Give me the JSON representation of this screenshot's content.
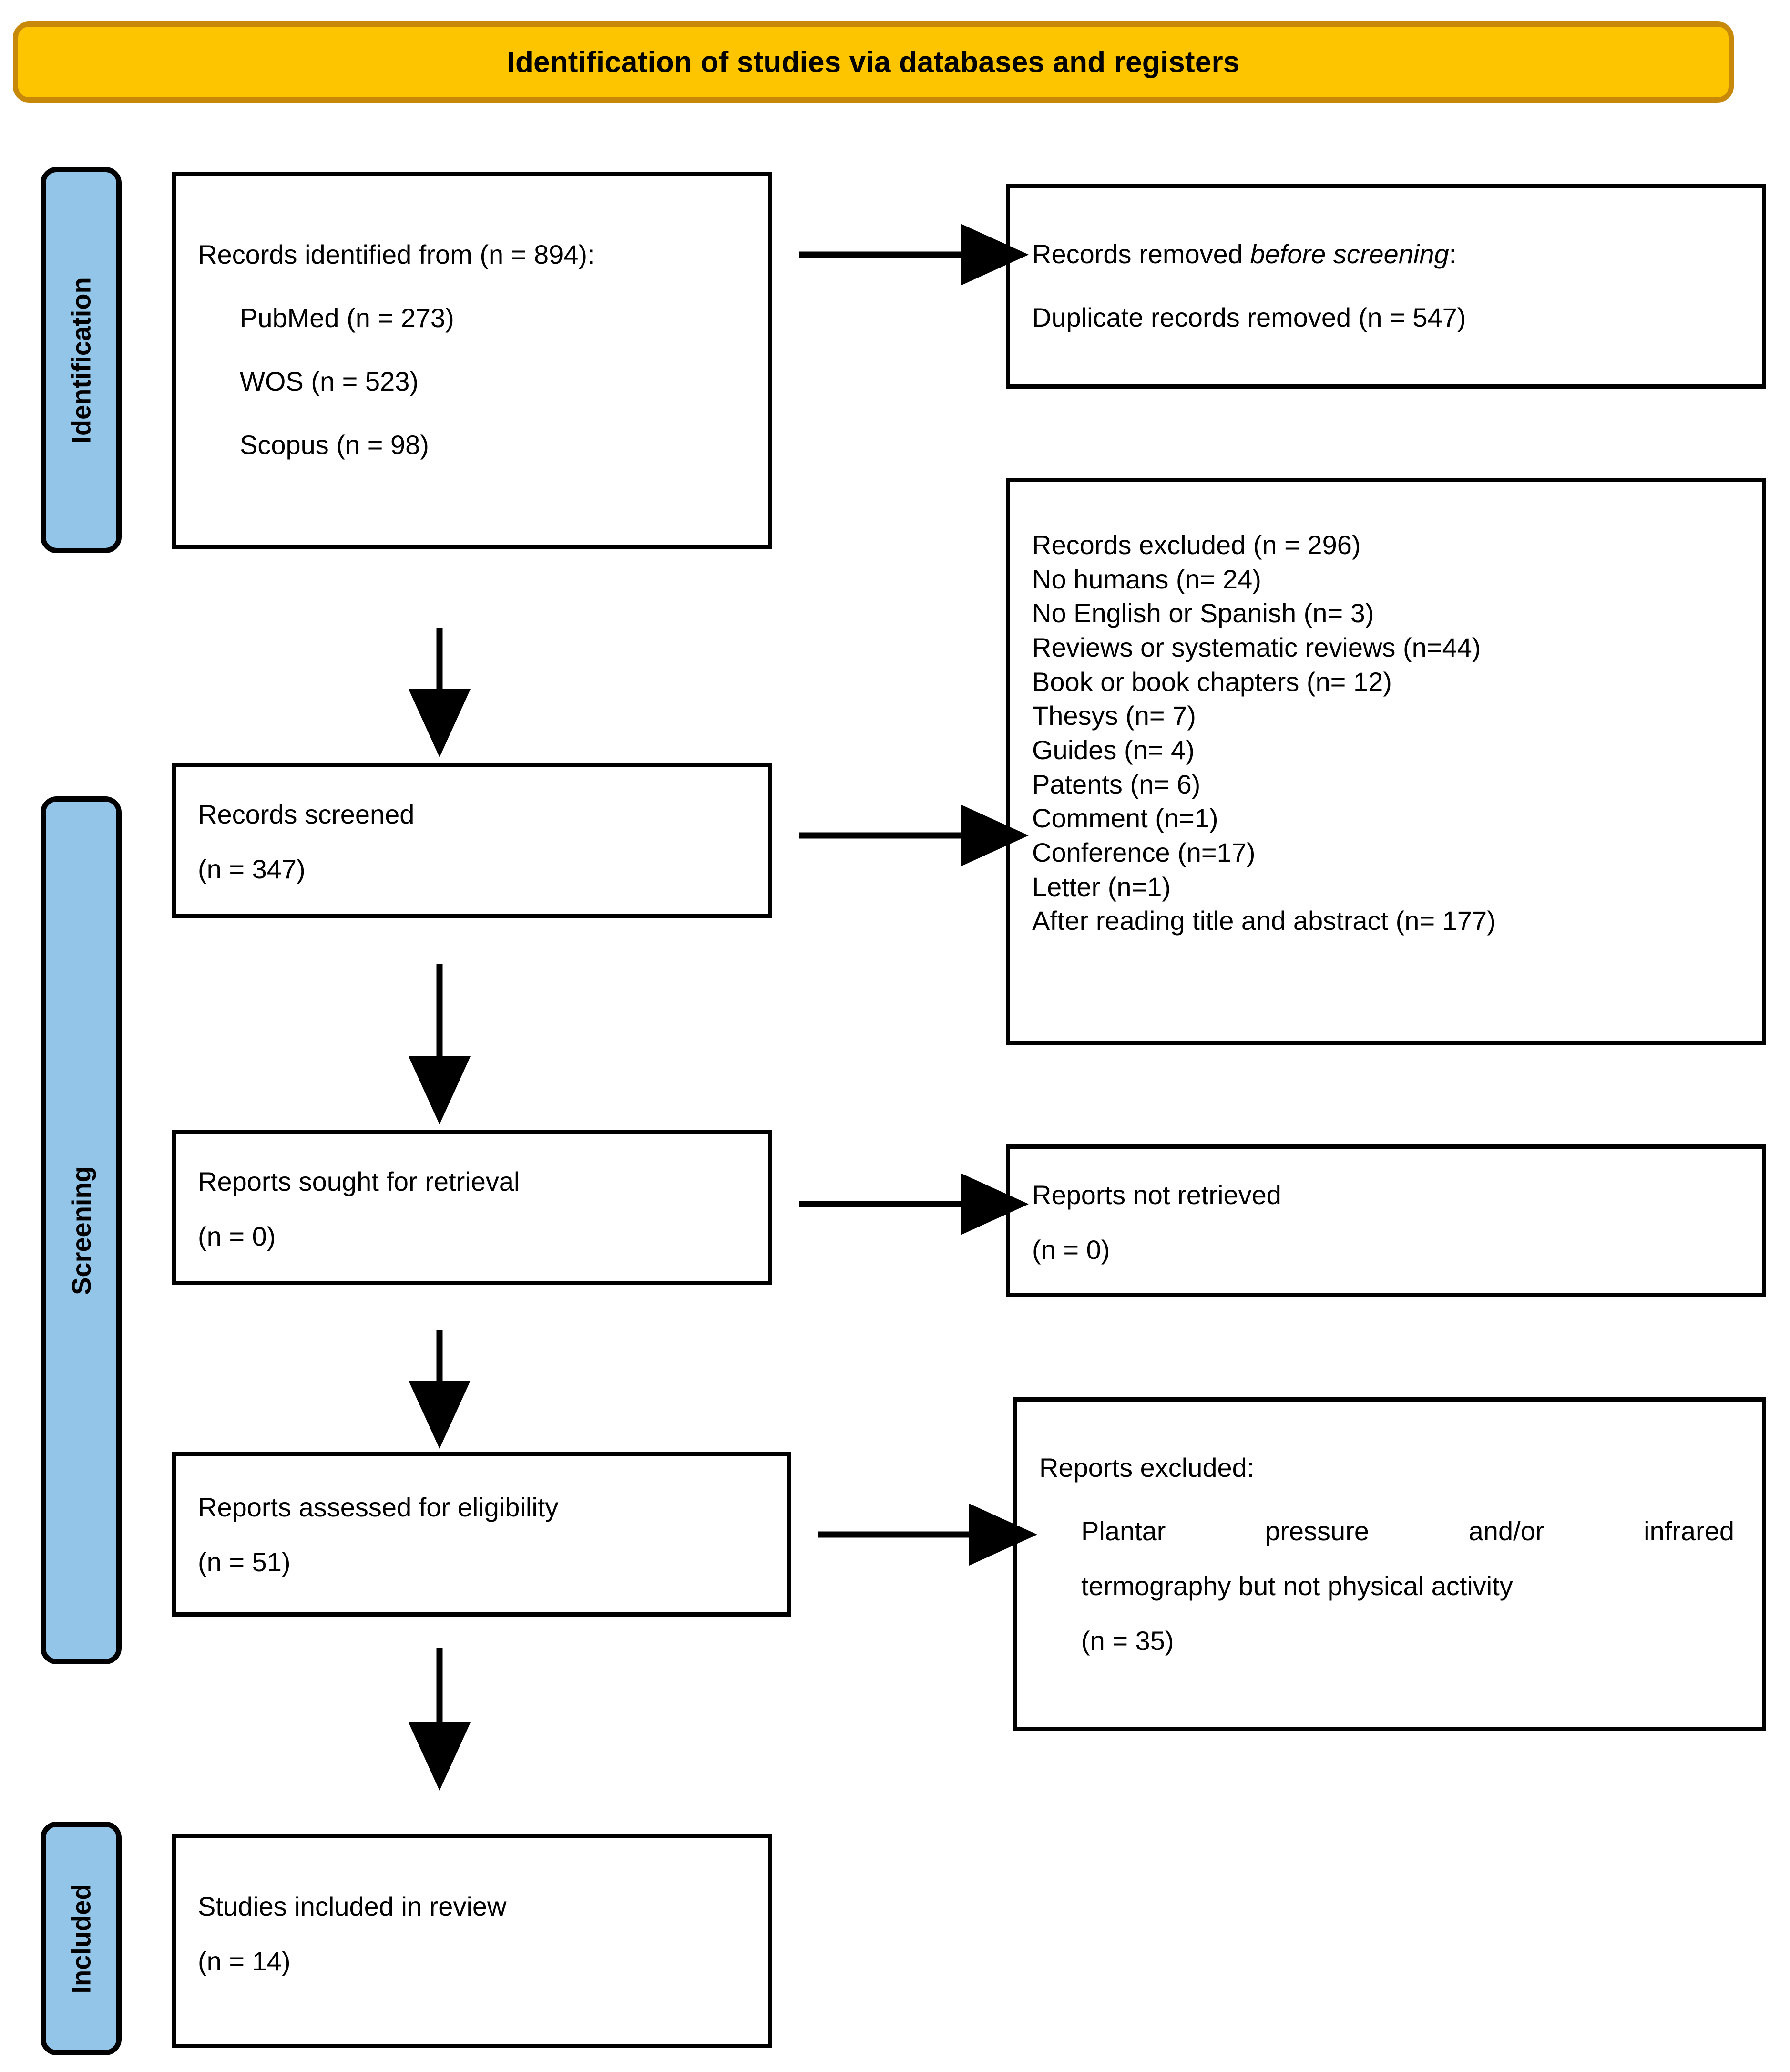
{
  "banner": {
    "title": "Identification of studies via databases and registers",
    "fill_color": "#FDC400",
    "border_color": "#C8880A"
  },
  "stages": [
    {
      "id": "identification",
      "label": "Identification",
      "fill_color": "#92C5E8"
    },
    {
      "id": "screening",
      "label": "Screening",
      "fill_color": "#92C5E8"
    },
    {
      "id": "included",
      "label": "Included",
      "fill_color": "#92C5E8"
    }
  ],
  "boxes": {
    "records_identified": {
      "title": "Records identified from (n = 894):",
      "sources": [
        "PubMed (n = 273)",
        "WOS (n = 523)",
        "Scopus (n = 98)"
      ]
    },
    "records_removed": {
      "title_lead": "Records removed ",
      "title_italic": "before screening",
      "title_tail": ":",
      "detail": "Duplicate records removed (n = 547)"
    },
    "records_screened": {
      "title": "Records screened",
      "count": "(n = 347)"
    },
    "records_excluded": {
      "title": "Records excluded (n = 296)",
      "reasons": [
        "No humans (n= 24)",
        "No English or Spanish (n= 3)",
        "Reviews or systematic reviews (n=44)",
        "Book or book chapters (n= 12)",
        "Thesys (n= 7)",
        "Guides (n= 4)",
        "Patents (n= 6)",
        "Comment (n=1)",
        "Conference (n=17)",
        "Letter (n=1)",
        "After reading title and abstract (n= 177)"
      ]
    },
    "reports_sought": {
      "title": "Reports sought for retrieval",
      "count": "(n = 0)"
    },
    "reports_not_retrieved": {
      "title": "Reports not retrieved",
      "count": "(n = 0)"
    },
    "reports_assessed": {
      "title": "Reports assessed for eligibility",
      "count": "(n = 51)"
    },
    "reports_excluded": {
      "title": "Reports excluded:",
      "reason_line1": "Plantar pressure and/or infrared",
      "reason_line2": "termography but not physical activity",
      "count": "(n = 35)"
    },
    "studies_included": {
      "title": "Studies included in review",
      "count": "(n = 14)"
    }
  },
  "arrows": [
    {
      "id": "identified-to-removed",
      "direction": "right"
    },
    {
      "id": "identified-to-screened",
      "direction": "down"
    },
    {
      "id": "screened-to-excluded",
      "direction": "right"
    },
    {
      "id": "screened-to-sought",
      "direction": "down"
    },
    {
      "id": "sought-to-not-retrieved",
      "direction": "right"
    },
    {
      "id": "sought-to-assessed",
      "direction": "down"
    },
    {
      "id": "assessed-to-excluded",
      "direction": "right"
    },
    {
      "id": "assessed-to-included",
      "direction": "down"
    }
  ]
}
